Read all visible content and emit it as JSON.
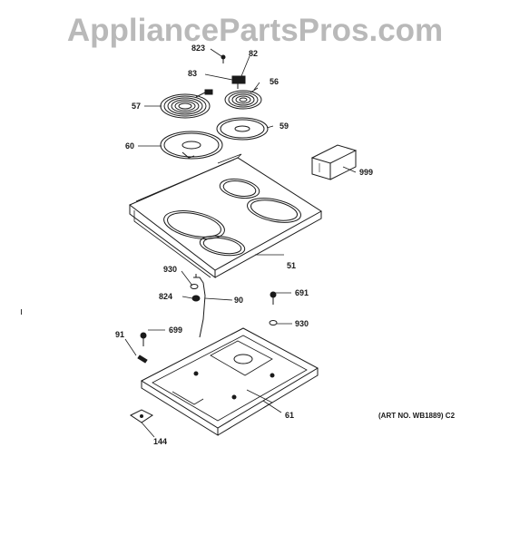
{
  "watermark": "AppliancePartsPros.com",
  "art_number": "(ART NO. WB1889) C2",
  "callouts": {
    "c823": "823",
    "c82": "82",
    "c83": "83",
    "c56": "56",
    "c57": "57",
    "c59": "59",
    "c60": "60",
    "c999": "999",
    "c51": "51",
    "c930a": "930",
    "c824": "824",
    "c90": "90",
    "c691": "691",
    "c930b": "930",
    "c91": "91",
    "c699": "699",
    "c61": "61",
    "c144": "144"
  },
  "colors": {
    "line": "#1a1a1a",
    "watermark": "#b9b9b9"
  }
}
